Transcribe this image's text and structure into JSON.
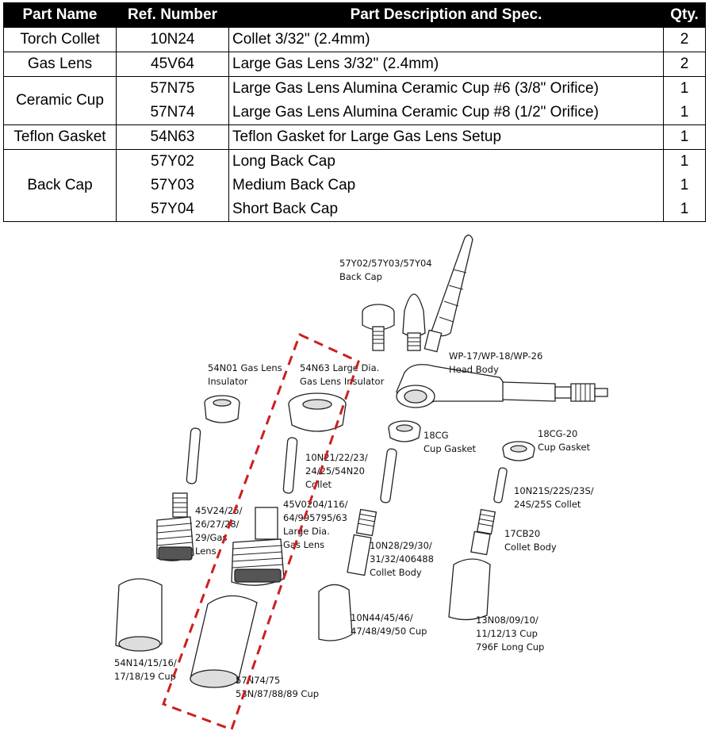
{
  "table": {
    "headers": [
      "Part Name",
      "Ref. Number",
      "Part Description and Spec.",
      "Qty."
    ],
    "rows": [
      {
        "name": "Torch Collet",
        "ref": "10N24",
        "desc": "Collet 3/32\" (2.4mm)",
        "qty": "2"
      },
      {
        "name": "Gas Lens",
        "ref": "45V64",
        "desc": "Large Gas Lens 3/32\" (2.4mm)",
        "qty": "2"
      },
      {
        "name": "Ceramic Cup",
        "ref": "57N75",
        "desc": "Large Gas Lens Alumina Ceramic Cup #6 (3/8\" Orifice)",
        "qty": "1"
      },
      {
        "name": "",
        "ref": "57N74",
        "desc": "Large Gas Lens Alumina Ceramic Cup #8 (1/2\" Orifice)",
        "qty": "1"
      },
      {
        "name": "Teflon Gasket",
        "ref": "54N63",
        "desc": "Teflon Gasket for Large Gas Lens Setup",
        "qty": "1"
      },
      {
        "name": "Back Cap",
        "ref": "57Y02",
        "desc": "Long Back Cap",
        "qty": "1"
      },
      {
        "name": "",
        "ref": "57Y03",
        "desc": "Medium Back Cap",
        "qty": "1"
      },
      {
        "name": "",
        "ref": "57Y04",
        "desc": "Short Back Cap",
        "qty": "1"
      }
    ]
  },
  "diagram": {
    "labels": {
      "back_cap": [
        "57Y02/57Y03/57Y04",
        "Back Cap"
      ],
      "head_body": [
        "WP-17/WP-18/WP-26",
        "Head Body"
      ],
      "lens_insulator": [
        "54N01 Gas Lens",
        "Insulator"
      ],
      "large_insulator": [
        "54N63 Large Dia.",
        "Gas Lens Insulator"
      ],
      "cup_gasket_18cg": [
        "18CG",
        "Cup Gasket"
      ],
      "cup_gasket_18cg20": [
        "18CG-20",
        "Cup Gasket"
      ],
      "collet_10n21": [
        "10N21/22/23/",
        "24/25/54N20",
        "Collet"
      ],
      "collet_10n21s": [
        "10N21S/22S/23S/",
        "24S/25S Collet"
      ],
      "gas_lens_45v24": [
        "45V24/25/",
        "26/27/28/",
        "29/Gas",
        "Lens"
      ],
      "large_gas_lens": [
        "45V0204/116/",
        "64/995795/63",
        "Large Dia.",
        "Gas Lens"
      ],
      "collet_body_10n28": [
        "10N28/29/30/",
        "31/32/406488",
        "Collet Body"
      ],
      "collet_body_17cb20": [
        "17CB20",
        "Collet Body"
      ],
      "cup_10n44": [
        "10N44/45/46/",
        "47/48/49/50 Cup"
      ],
      "cup_13n08": [
        "13N08/09/10/",
        "11/12/13 Cup",
        "796F Long  Cup"
      ],
      "cup_54n14": [
        "54N14/15/16/",
        "17/18/19 Cup"
      ],
      "cup_57n74": [
        "57N74/75",
        "53N/87/88/89 Cup"
      ]
    }
  }
}
